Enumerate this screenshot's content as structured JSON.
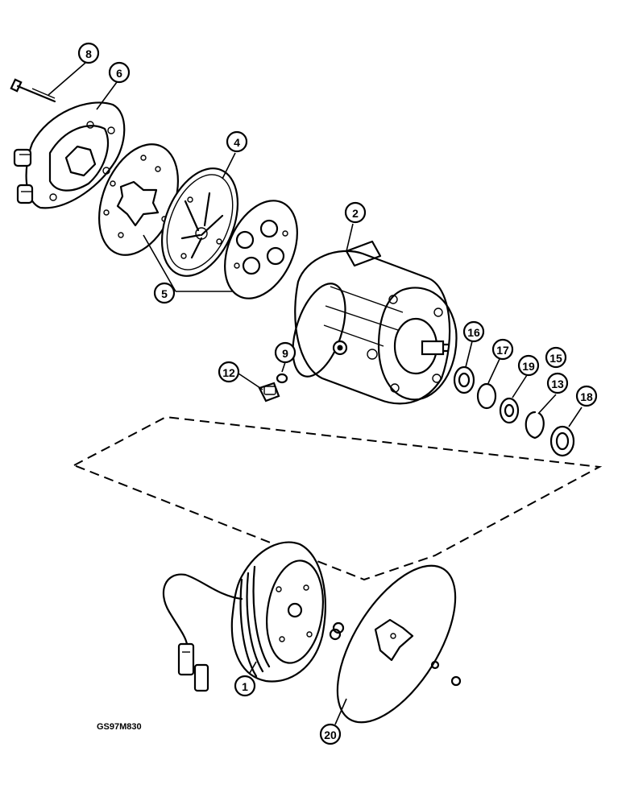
{
  "callouts": {
    "c1": "1",
    "c2": "2",
    "c4": "4",
    "c5": "5",
    "c6": "6",
    "c8": "8",
    "c9": "9",
    "c12": "12",
    "c13": "13",
    "c15": "15",
    "c16": "16",
    "c17": "17",
    "c18": "18",
    "c19": "19",
    "c20": "20"
  },
  "drawing_code": "GS97M830"
}
